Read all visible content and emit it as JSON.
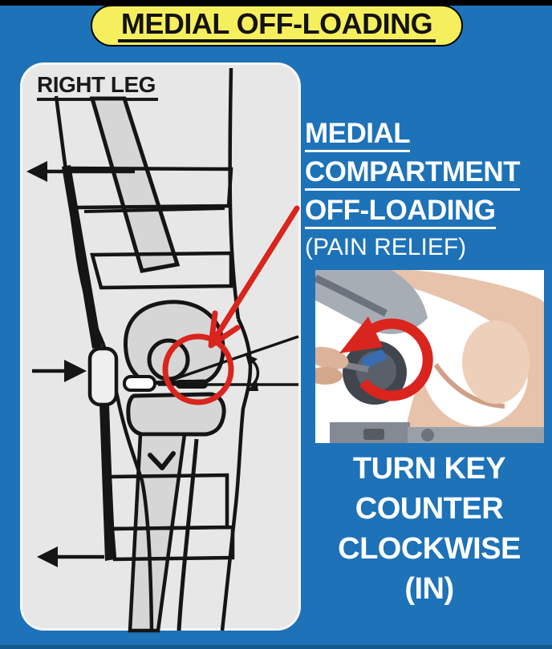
{
  "colors": {
    "background": "#1d72b8",
    "banner-yellow": "#f6ef5d",
    "panel-gray": "#e8e7e7",
    "bone-gray": "#d7d6d6",
    "accent-red": "#d9251d",
    "line-black": "#151515",
    "text-white": "#ffffff",
    "bottom-edge": "#14598f"
  },
  "banner": {
    "title": "MEDIAL OFF-LOADING"
  },
  "diagram": {
    "label": "RIGHT LEG"
  },
  "callout": {
    "lines": [
      "MEDIAL",
      "COMPARTMENT",
      "OFF-LOADING"
    ],
    "subtitle": "(PAIN RELIEF)"
  },
  "instruction": {
    "lines": [
      "TURN KEY",
      "COUNTER",
      "CLOCKWISE",
      "(IN)"
    ]
  }
}
